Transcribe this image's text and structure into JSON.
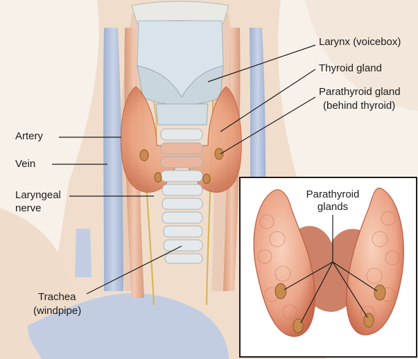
{
  "labels": {
    "larynx": "Larynx (voicebox)",
    "thyroid": "Thyroid gland",
    "parathyroid_line1": "Parathyroid gland",
    "parathyroid_line2": "(behind thyroid)",
    "artery": "Artery",
    "vein": "Vein",
    "laryngeal_line1": "Laryngeal",
    "laryngeal_line2": "nerve",
    "trachea_line1": "Trachea",
    "trachea_line2": "(windpipe)",
    "inset_line1": "Parathyroid",
    "inset_line2": "glands"
  },
  "colors": {
    "background": "#f7f1ea",
    "skin": "#ecd8c6",
    "thyroid": "#e9a27f",
    "thyroid_dark": "#c6694a",
    "cartilage": "#dfe6ea",
    "vein": "#b6c4dc",
    "artery": "#e3b093",
    "nerve": "#d8b45a",
    "parathyroid": "#c98a4f",
    "label_line": "#1b1b1b"
  }
}
